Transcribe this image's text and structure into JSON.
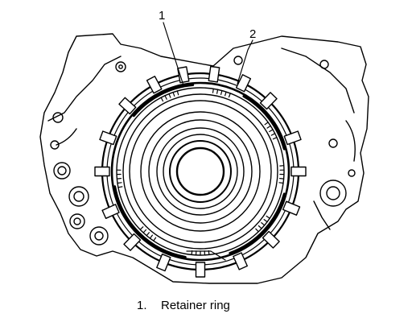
{
  "callouts": [
    {
      "number": "1"
    },
    {
      "number": "2"
    }
  ],
  "legend": [
    {
      "number": "1.",
      "label": "Retainer ring"
    }
  ],
  "colors": {
    "ink": "#000000",
    "paper": "#ffffff"
  }
}
